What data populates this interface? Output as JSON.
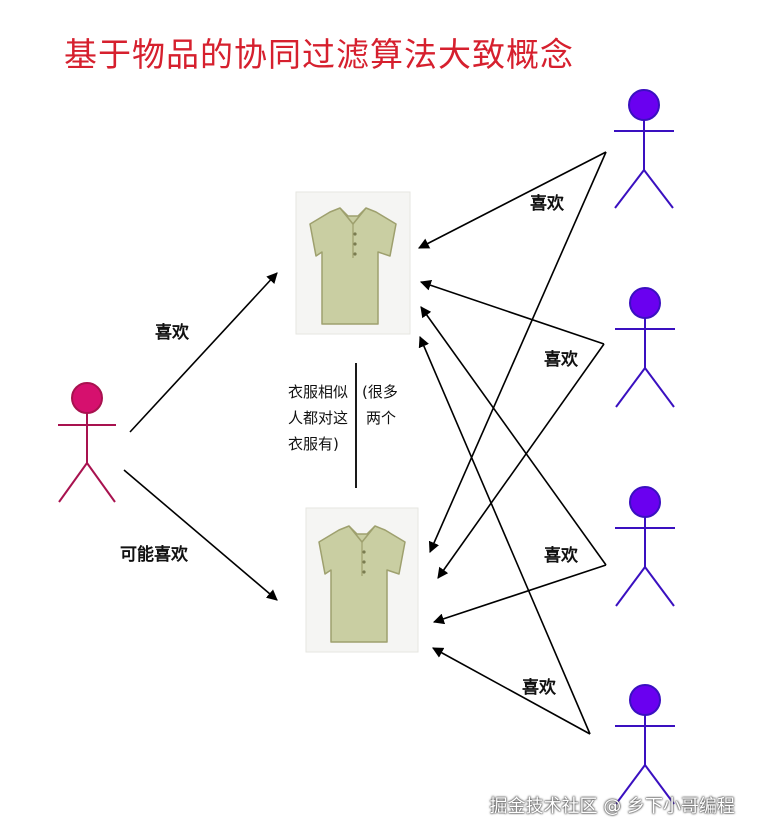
{
  "title": "基于物品的协同过滤算法大致概念",
  "labels": {
    "like": "喜欢",
    "maybe_like": "可能喜欢"
  },
  "similarity_note": {
    "left_lines": [
      "衣服相似",
      "人都对这",
      "衣服有)"
    ],
    "right_lines": [
      "(很多",
      "两个"
    ]
  },
  "watermark": "掘金技术社区 @ 乡下小哥编程",
  "colors": {
    "title": "#d6202e",
    "target_user": "#d6106e",
    "other_users": "#6a00f0",
    "other_users_stroke": "#3a10c0",
    "shirt": "#c9cea2"
  },
  "icons": [
    "user-icon",
    "shirt-icon"
  ]
}
